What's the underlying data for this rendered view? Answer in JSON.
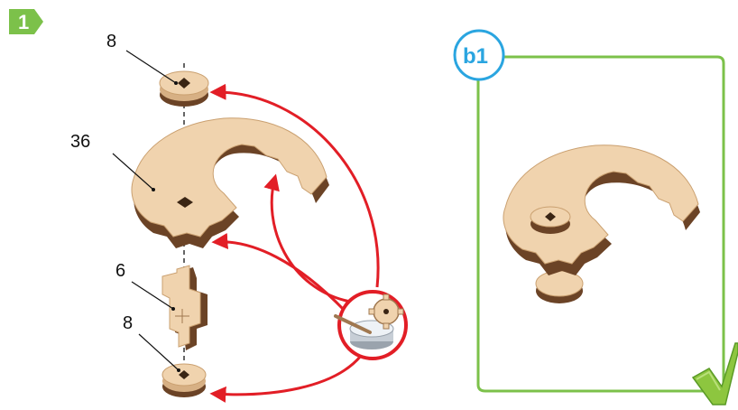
{
  "step": {
    "number": "1",
    "badge_color": "#7cc14a"
  },
  "labels": {
    "top_washer": "8",
    "gear_arm": "36",
    "cross_piece": "6",
    "bottom_washer": "8"
  },
  "result_panel": {
    "badge": "b1",
    "badge_color": "#2aa5e0",
    "frame_color": "#7cc14a",
    "check_icon": "check-mark-icon"
  },
  "glue": {
    "icon": "glue-pot-with-gear-icon"
  },
  "colors": {
    "arrow": "#e21e26",
    "wood_light": "#f0d3ae",
    "wood_mid": "#d7b084",
    "wood_dark": "#6b4326"
  }
}
